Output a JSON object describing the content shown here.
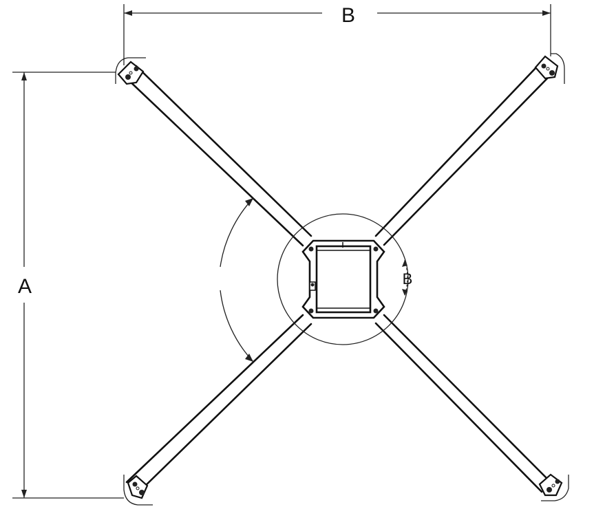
{
  "labels": {
    "width_dimension": "B",
    "height_dimension": "A",
    "rotation_label": "B"
  },
  "colors": {
    "line": "#111111",
    "background": "#ffffff"
  }
}
